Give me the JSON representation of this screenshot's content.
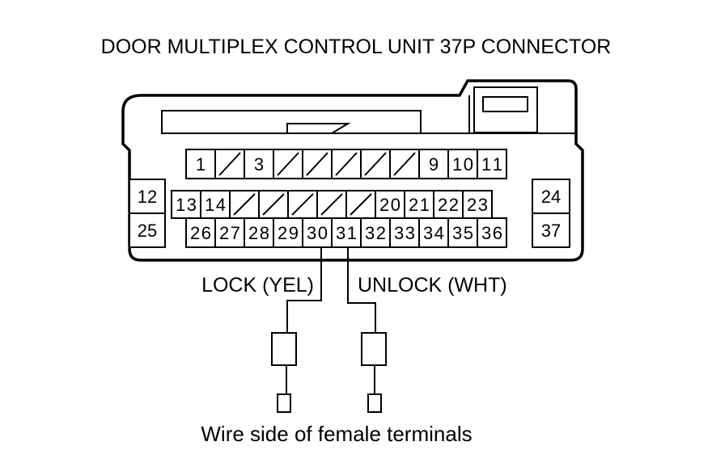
{
  "title": "DOOR MULTIPLEX CONTROL UNIT 37P CONNECTOR",
  "pins": {
    "row1": [
      "1",
      "",
      "3",
      "",
      "",
      "",
      "",
      "",
      "9",
      "10",
      "11"
    ],
    "row2": [
      "13",
      "14",
      "",
      "",
      "",
      "",
      "",
      "20",
      "21",
      "22",
      "23"
    ],
    "row3": [
      "26",
      "27",
      "28",
      "29",
      "30",
      "31",
      "32",
      "33",
      "34",
      "35",
      "36"
    ],
    "left_top": "12",
    "left_bottom": "25",
    "right_top": "24",
    "right_bottom": "37"
  },
  "wires": {
    "lock_label": "LOCK (YEL)",
    "unlock_label": "UNLOCK (WHT)"
  },
  "caption": "Wire side of female terminals"
}
